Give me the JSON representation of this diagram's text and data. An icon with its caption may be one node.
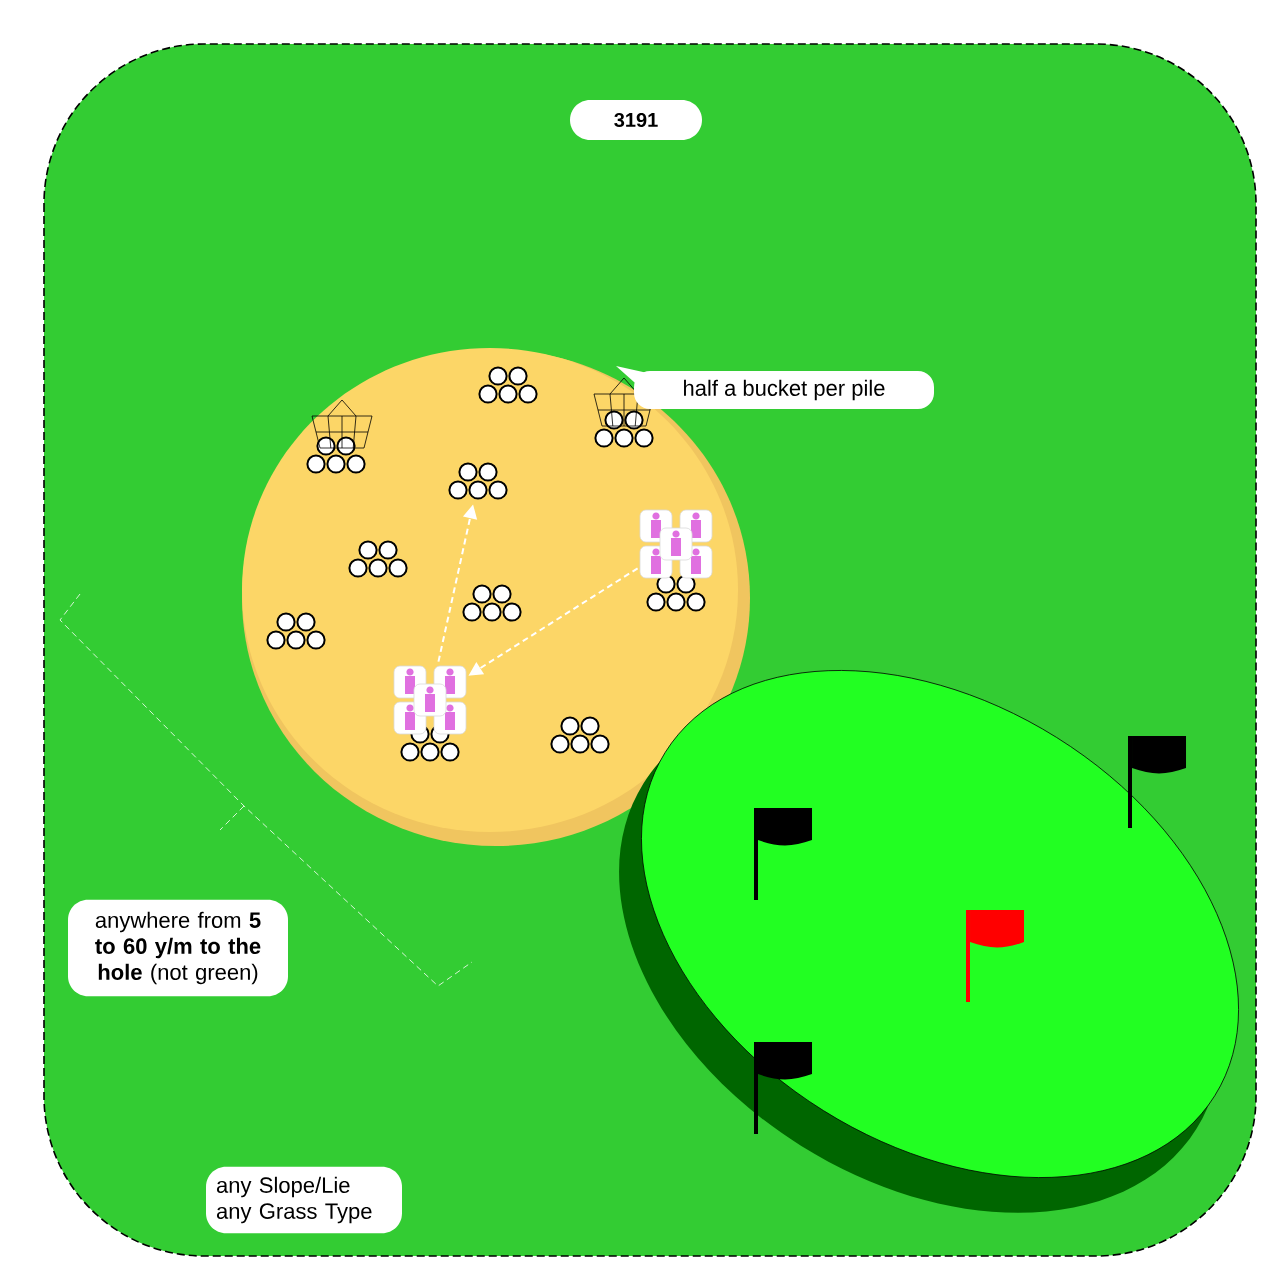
{
  "diagram": {
    "nodes": [
      {
        "text": [
          "3191"
        ]
      },
      {
        "text": [
          "half a bucket per pile"
        ]
      },
      {
        "text": [],
        "shape": "picture"
      },
      {
        "text": [],
        "shape": "picture"
      },
      {
        "text": [],
        "shape": "picture"
      },
      {
        "text": [
          "anywhere from **5 to 60 y/m to the hole** (not green)"
        ]
      },
      {
        "text": [
          "any Slope/Lie any Grass Type"
        ]
      }
    ],
    "edges": [
      {
        "from": 4,
        "to": 2,
        "arrow": "to",
        "style": "dashed"
      },
      {
        "from": 3,
        "to": 4,
        "arrow": "to",
        "style": "dashed"
      }
    ]
  }
}
